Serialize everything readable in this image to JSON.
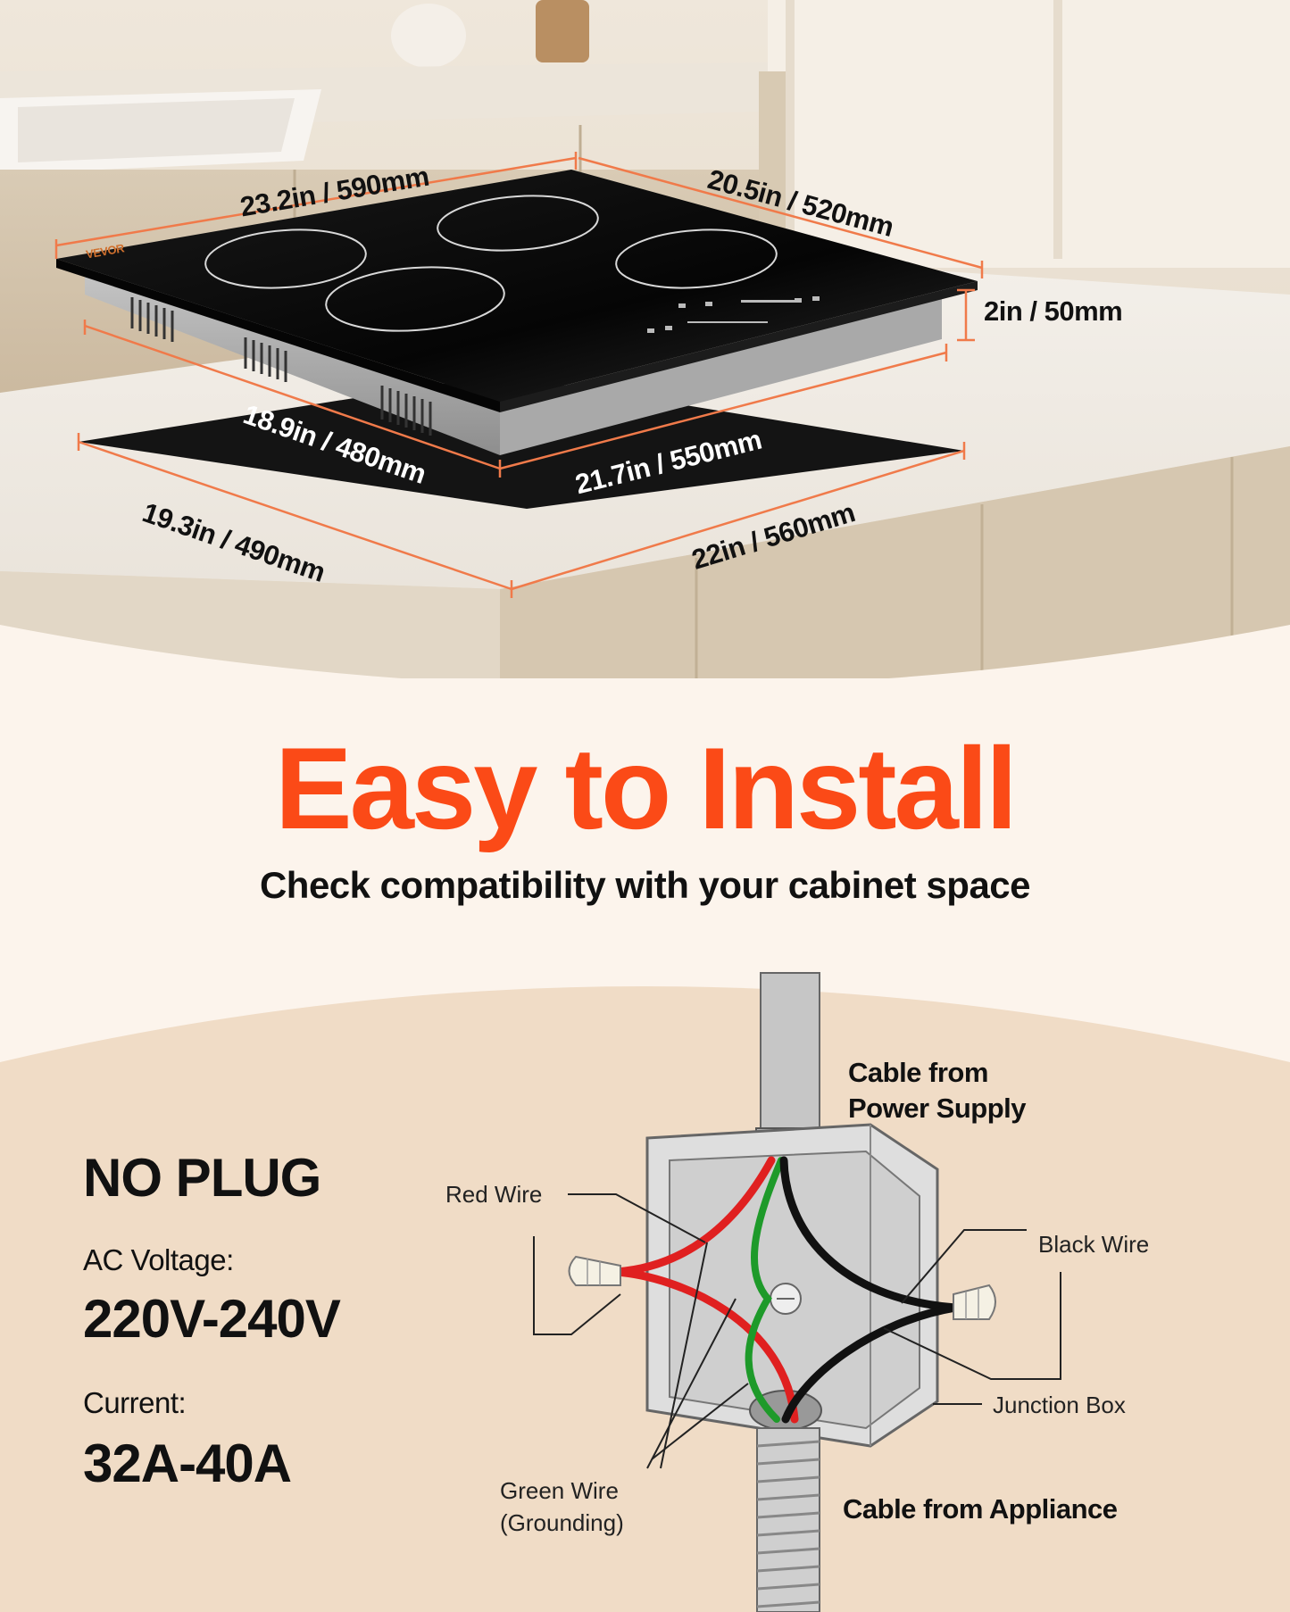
{
  "brand": {
    "logo_text": "VEVOR"
  },
  "dimensions": {
    "top_width": "23.2in / 590mm",
    "top_depth": "20.5in / 520mm",
    "height": "2in / 50mm",
    "body_depth": "18.9in / 480mm",
    "body_width": "21.7in / 550mm",
    "cutout_depth": "19.3in / 490mm",
    "cutout_width": "22in / 560mm"
  },
  "headline": {
    "title": "Easy to Install",
    "subtitle": "Check compatibility with your cabinet space"
  },
  "specs": {
    "plug": "NO PLUG",
    "voltage_label": "AC Voltage:",
    "voltage_value": "220V-240V",
    "current_label": "Current:",
    "current_value": "32A-40A"
  },
  "wiring": {
    "cable_power_line1": "Cable from",
    "cable_power_line2": "Power Supply",
    "red_wire": "Red Wire",
    "black_wire": "Black Wire",
    "junction_box": "Junction Box",
    "green_wire_line1": "Green Wire",
    "green_wire_line2": "(Grounding)",
    "cable_appliance": "Cable from Appliance"
  },
  "colors": {
    "accent": "#fb4a17",
    "dimension_line": "#f07a4a",
    "red_wire": "#e02020",
    "green_wire": "#1e9a2a",
    "black_wire": "#111111"
  },
  "icons": [
    "wire-nut-icon",
    "ground-screw-icon"
  ]
}
